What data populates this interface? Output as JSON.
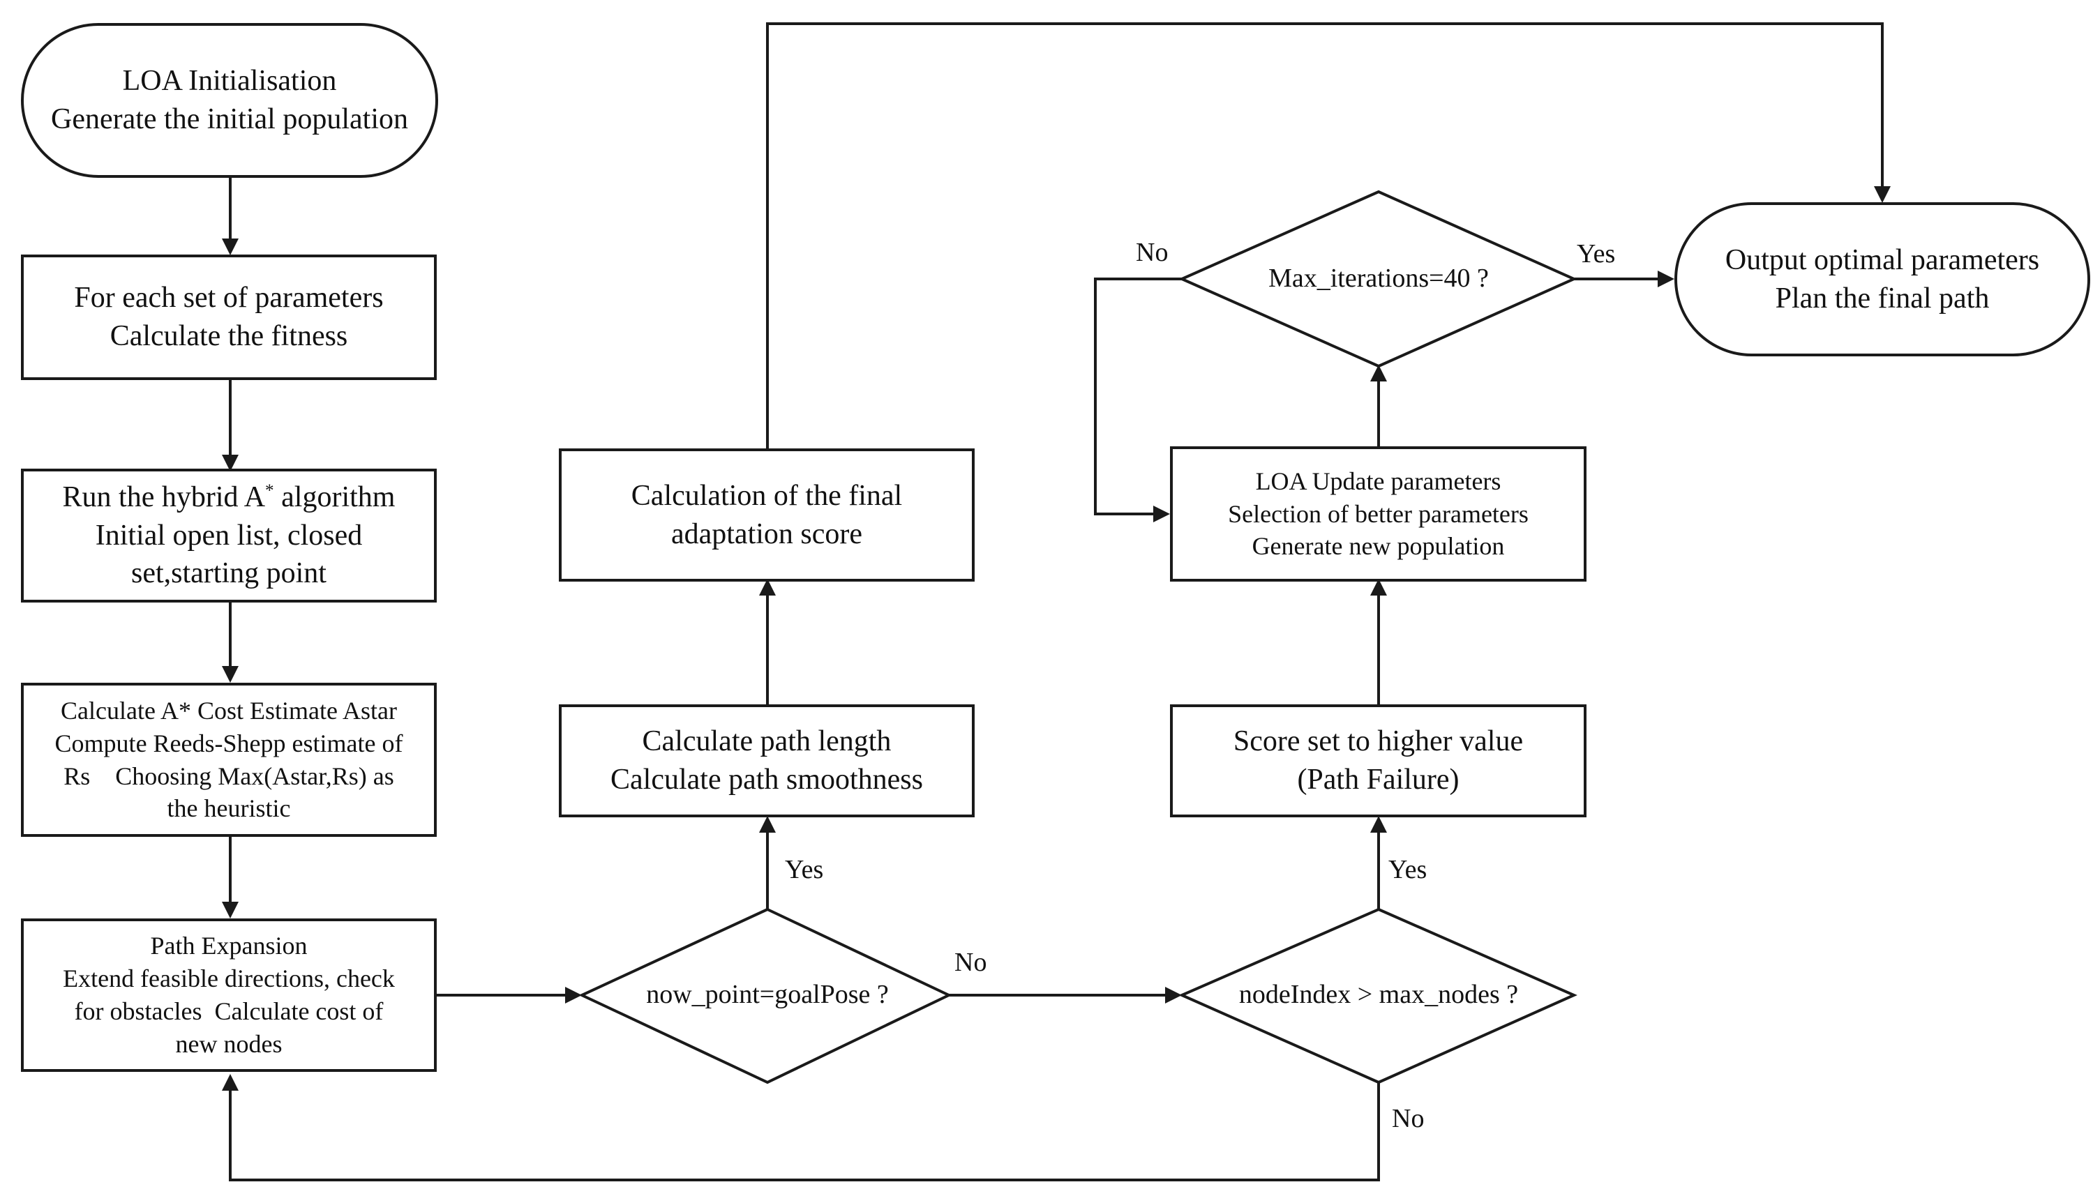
{
  "nodes": {
    "init": {
      "line1": "LOA Initialisation",
      "line2": "Generate the initial population"
    },
    "fitness": {
      "line1": "For each set of parameters",
      "line2": "Calculate the fitness"
    },
    "hybrid": {
      "line1_pre": "Run the hybrid A",
      "line1_sup": "*",
      "line1_post": " algorithm",
      "line2": "Initial open list, closed",
      "line3": "set,starting point"
    },
    "cost": {
      "line1": "Calculate A* Cost Estimate Astar",
      "line2": "Compute Reeds-Shepp estimate of",
      "line3": "Rs    Choosing Max(Astar,Rs) as",
      "line4": "the heuristic"
    },
    "expansion": {
      "line1": "Path Expansion",
      "line2": "Extend feasible directions, check",
      "line3": "for obstacles  Calculate cost of",
      "line4": "new nodes"
    },
    "goal_check": {
      "text": "now_point=goalPose ?"
    },
    "path_len": {
      "line1": "Calculate path length",
      "line2": "Calculate path smoothness"
    },
    "final_score": {
      "line1": "Calculation of the final",
      "line2": "adaptation score"
    },
    "node_check": {
      "text": "nodeIndex > max_nodes ?"
    },
    "failure": {
      "line1": "Score set to higher value",
      "line2": "(Path Failure)"
    },
    "loa_update": {
      "line1": "LOA Update parameters",
      "line2": "Selection of better parameters",
      "line3": "Generate new population"
    },
    "iter_check": {
      "text": "Max_iterations=40 ?"
    },
    "output": {
      "line1": "Output optimal parameters",
      "line2": "Plan the final path"
    }
  },
  "edge_labels": {
    "goal_yes": "Yes",
    "goal_no": "No",
    "node_yes": "Yes",
    "node_no": "No",
    "iter_yes": "Yes",
    "iter_no": "No"
  }
}
